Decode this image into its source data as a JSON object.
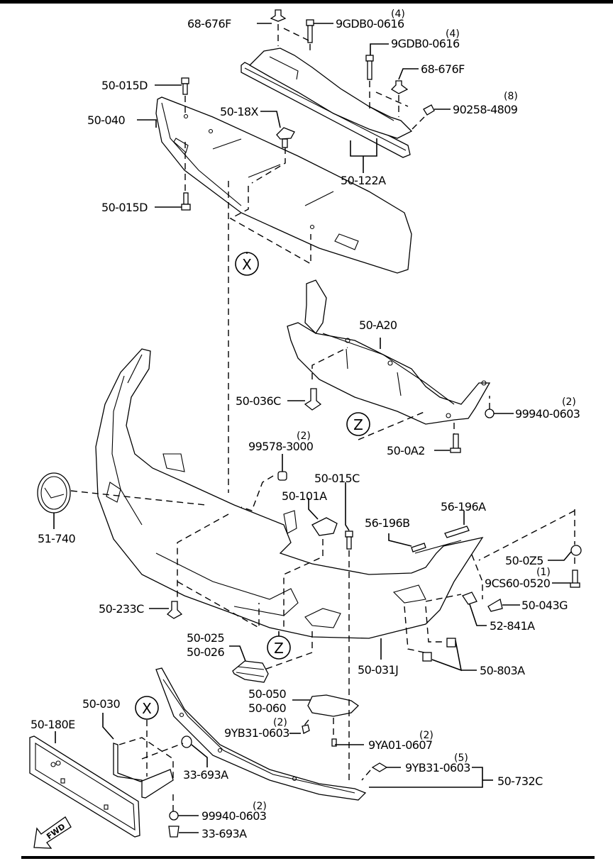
{
  "diagram": {
    "title": "Front Bumper Exploded View",
    "direction_indicator": "FWD",
    "callouts": {
      "x": "X",
      "z": "Z"
    },
    "parts": {
      "p68_676F_a": {
        "number": "68-676F"
      },
      "p9GDB0_0616_a": {
        "number": "9GDB0-0616",
        "qty": "(4)"
      },
      "p9GDB0_0616_b": {
        "number": "9GDB0-0616",
        "qty": "(4)"
      },
      "p68_676F_b": {
        "number": "68-676F"
      },
      "p90258_4809": {
        "number": "90258-4809",
        "qty": "(8)"
      },
      "p50_015D_a": {
        "number": "50-015D"
      },
      "p50_040": {
        "number": "50-040"
      },
      "p50_18X": {
        "number": "50-18X"
      },
      "p50_122A": {
        "number": "50-122A"
      },
      "p50_015D_b": {
        "number": "50-015D"
      },
      "p50_A20": {
        "number": "50-A20"
      },
      "p50_036C": {
        "number": "50-036C"
      },
      "p99940_0603_a": {
        "number": "99940-0603",
        "qty": "(2)"
      },
      "p50_0A2": {
        "number": "50-0A2"
      },
      "p99578_3000": {
        "number": "99578-3000",
        "qty": "(2)"
      },
      "p50_015C": {
        "number": "50-015C"
      },
      "p50_101A": {
        "number": "50-101A"
      },
      "p56_196A": {
        "number": "56-196A"
      },
      "p56_196B": {
        "number": "56-196B"
      },
      "p51_740": {
        "number": "51-740"
      },
      "p50_0Z5": {
        "number": "50-0Z5"
      },
      "p9CS60_0520": {
        "number": "9CS60-0520",
        "qty": "(1)"
      },
      "p50_043G": {
        "number": "50-043G"
      },
      "p52_841A": {
        "number": "52-841A"
      },
      "p50_233C": {
        "number": "50-233C"
      },
      "p50_025": {
        "number": "50-025"
      },
      "p50_026": {
        "number": "50-026"
      },
      "p50_031J": {
        "number": "50-031J"
      },
      "p50_803A": {
        "number": "50-803A"
      },
      "p50_050": {
        "number": "50-050"
      },
      "p50_060": {
        "number": "50-060"
      },
      "p50_030": {
        "number": "50-030"
      },
      "p50_180E": {
        "number": "50-180E"
      },
      "p9YB31_0603_a": {
        "number": "9YB31-0603",
        "qty": "(2)"
      },
      "p9YA01_0607": {
        "number": "9YA01-0607",
        "qty": "(2)"
      },
      "p33_693A_a": {
        "number": "33-693A"
      },
      "p9YB31_0603_b": {
        "number": "9YB31-0603",
        "qty": "(5)"
      },
      "p50_732C": {
        "number": "50-732C"
      },
      "p99940_0603_b": {
        "number": "99940-0603",
        "qty": "(2)"
      },
      "p33_693A_b": {
        "number": "33-693A"
      }
    }
  }
}
